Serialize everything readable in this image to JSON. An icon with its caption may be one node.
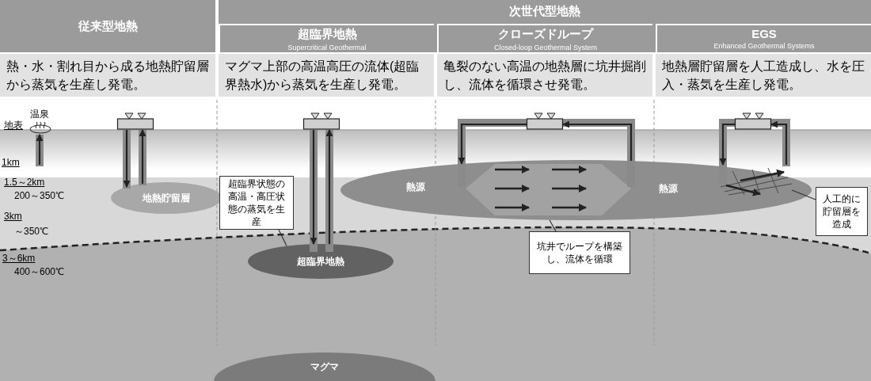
{
  "diagram": {
    "nodes": [
      {
        "text": [
          "従来型地熱"
        ]
      },
      {
        "text": [
          "次世代型地熱"
        ]
      },
      {
        "text": [
          "超臨界地熱",
          "Supercritical Geothermal"
        ],
        "in": 1
      },
      {
        "text": [
          "クローズドループ",
          "Closed-loop Geothermal System"
        ],
        "in": 1
      },
      {
        "text": [
          "EGS",
          "Enhanced Geothermal Systems"
        ],
        "in": 1
      },
      {
        "text": [
          "熱・水・割れ目から成る地熱貯留層から蒸気を生産し発電。"
        ]
      },
      {
        "text": [
          "マグマ上部の高温高圧の流体(超臨界熱水)から蒸気を生産し発電。"
        ]
      },
      {
        "text": [
          "亀裂のない高温の地熱層に坑井掘削し、流体を循環させ発電。"
        ]
      },
      {
        "text": [
          "地熱層貯留層を人工造成し、水を圧入・蒸気を生産し発電。"
        ]
      },
      {
        "text": [
          "温泉"
        ]
      },
      {
        "text": [],
        "shape": "box"
      },
      {
        "text": [
          "地熱貯留層"
        ]
      },
      {
        "text": [],
        "shape": "box"
      },
      {
        "text": [
          "超臨界地熱"
        ]
      },
      {
        "text": [
          "超臨界状態の高温・高圧状態の蒸気を生産"
        ]
      },
      {
        "text": [
          "熱源",
          "熱源"
        ]
      },
      {
        "text": [],
        "shape": "box"
      },
      {
        "text": [],
        "shape": "box"
      },
      {
        "text": [],
        "shape": "picture",
        "in": 15
      },
      {
        "text": [
          "坑井でループを構築し、流体を循環"
        ]
      },
      {
        "text": [
          "人工的に貯留層を造成"
        ]
      },
      {
        "text": [
          "マグマ"
        ]
      }
    ],
    "edges": [
      {
        "from": 10,
        "to": 11,
        "arrow": "to"
      },
      {
        "from": 11,
        "to": 10,
        "arrow": "to"
      },
      {
        "from": null,
        "to": 9,
        "arrow": "to"
      },
      {
        "from": 12,
        "to": 13,
        "arrow": "to"
      },
      {
        "from": 13,
        "to": 12,
        "arrow": "to"
      },
      {
        "from": 14,
        "to": 13,
        "arrow": "none"
      },
      {
        "from": 16,
        "to": 15,
        "arrow": "to"
      },
      {
        "from": 15,
        "to": 16,
        "arrow": "to"
      },
      {
        "from": 17,
        "to": 18,
        "arrow": "to"
      },
      {
        "from": 18,
        "to": 17,
        "arrow": "to"
      },
      {
        "from": 19,
        "to": 15,
        "arrow": "none"
      },
      {
        "from": 20,
        "to": 18,
        "arrow": "none"
      }
    ],
    "labels": [
      "地表",
      "1km",
      "1.5～2km",
      "200～350℃",
      "3km",
      "～350℃",
      "3～6km",
      "400～600℃"
    ]
  }
}
